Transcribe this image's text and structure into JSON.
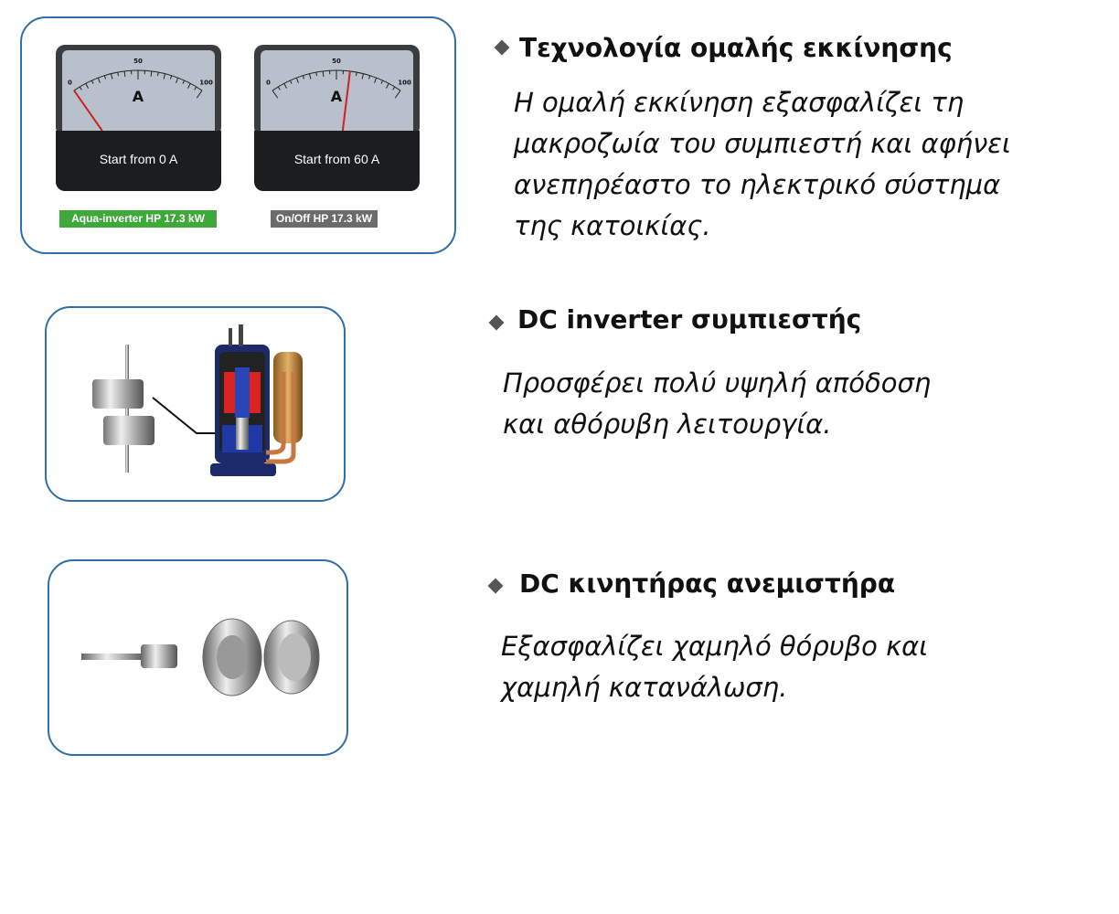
{
  "gauges": [
    {
      "caption": "Start from 0 A",
      "label": "Aqua-inverter  HP 17.3 kW",
      "label_color": "#3ea83a",
      "reading_amps": 0,
      "unit": "A",
      "scale": [
        "0",
        "50",
        "100"
      ]
    },
    {
      "caption": "Start from 60 A",
      "label": "On/Off HP 17.3 kW",
      "label_color": "#6b6b6b",
      "reading_amps": 60,
      "unit": "A",
      "scale": [
        "0",
        "50",
        "100"
      ]
    }
  ],
  "sections": [
    {
      "title": "Τεχνολογία ομαλής εκκίνησης",
      "lines": [
        "Η ομαλή εκκίνηση  εξασφαλίζει τη",
        "μακροζωία του συμπιεστή και αφήνει",
        "ανεπηρέαστο το ηλεκτρικό σύστημα",
        "της κατοικίας."
      ]
    },
    {
      "title": "DC inverter συμπιεστής",
      "lines": [
        "Προσφέρει πολύ υψηλή απόδοση",
        "και αθόρυβη λειτουργία."
      ]
    },
    {
      "title": "DC κινητήρας ανεμιστήρα",
      "lines": [
        "Εξασφαλίζει χαμηλό θόρυβο και",
        "χαμηλή κατανάλωση."
      ]
    }
  ]
}
